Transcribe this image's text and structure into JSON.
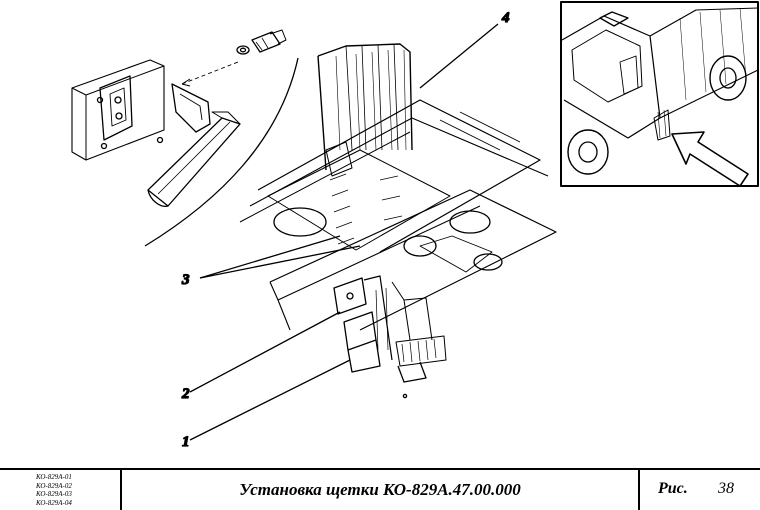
{
  "callouts": {
    "c1": "1",
    "c2": "2",
    "c3": "3",
    "c4": "4"
  },
  "title_block": {
    "codes": [
      "КО-829А-01",
      "КО-829А-02",
      "КО-829А-03",
      "КО-829А-04"
    ],
    "title": "Установка щетки КО-829А.47.00.000",
    "fig_label": "Рис.",
    "fig_number": "38"
  }
}
